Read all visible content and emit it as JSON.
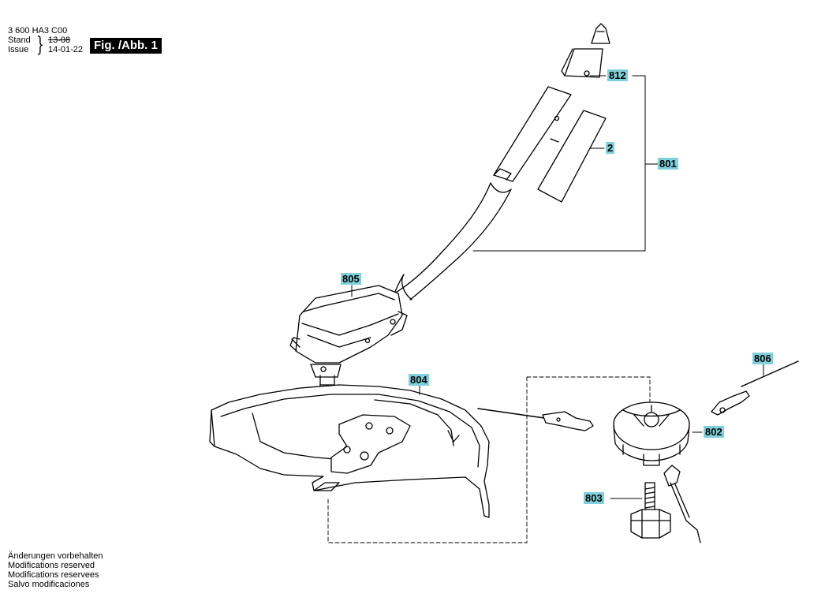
{
  "header": {
    "code": "3 600 HA3 C00",
    "stand_label": "Stand",
    "issue_label": "Issue",
    "date_old": "13-08",
    "date_new": "14-01-22",
    "figure": "Fig. /Abb. 1"
  },
  "parts": {
    "p812": "812",
    "p2": "2",
    "p801": "801",
    "p805": "805",
    "p804": "804",
    "p806": "806",
    "p802": "802",
    "p803": "803"
  },
  "footer": {
    "line1": "Änderungen vorbehalten",
    "line2": "Modifications reserved",
    "line3": "Modifications reservees",
    "line4": "Salvo modificaciones"
  }
}
